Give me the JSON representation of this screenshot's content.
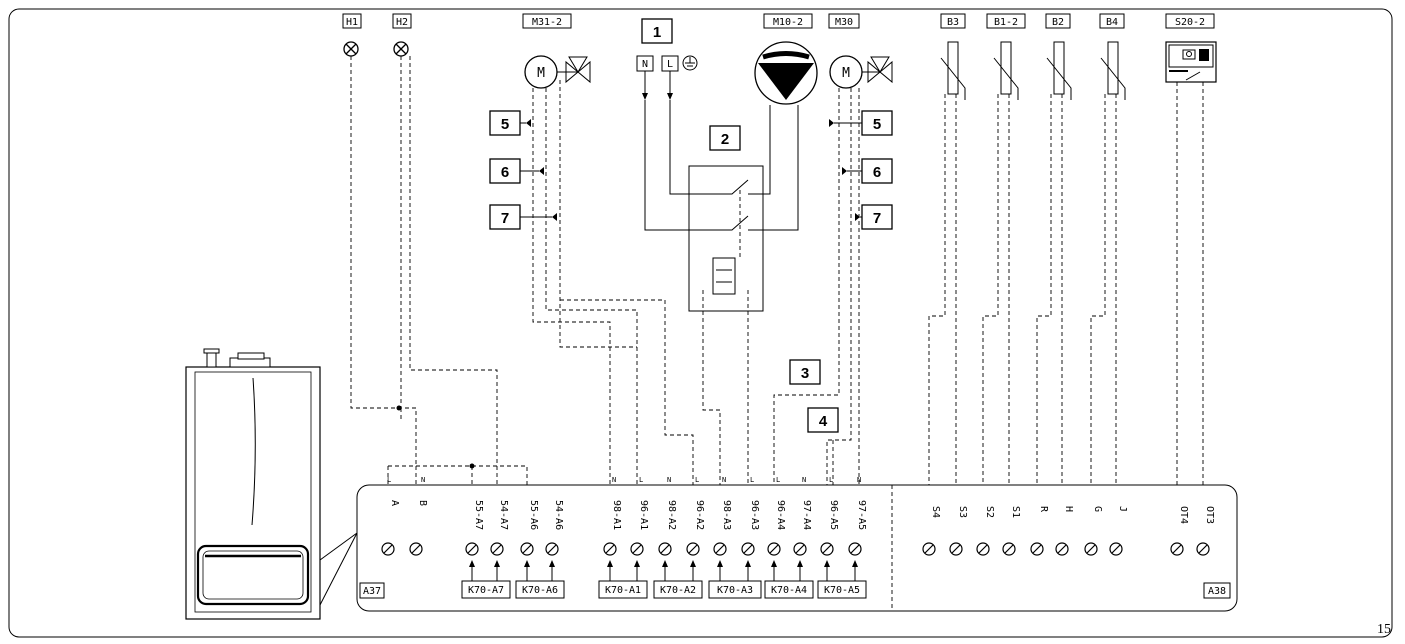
{
  "component_tags": {
    "h1": "H1",
    "h2": "H2",
    "m31": "M31-2",
    "m10": "M10-2",
    "m30": "M30",
    "b3": "B3",
    "b1": "B1-2",
    "b2": "B2",
    "b4": "B4",
    "s20": "S20-2"
  },
  "supply_labels": {
    "n": "N",
    "l": "L"
  },
  "callouts": {
    "c1": "1",
    "c2": "2",
    "c3": "3",
    "c4": "4",
    "c5": "5",
    "c6": "6",
    "c7": "7"
  },
  "line_markers": {
    "l": "L",
    "n": "N"
  },
  "terminals_a37": [
    "A",
    "B",
    "55-A7",
    "54-A7",
    "55-A6",
    "54-A6",
    "98-A1",
    "96-A1",
    "98-A2",
    "96-A2",
    "98-A3",
    "96-A3",
    "96-A4",
    "97-A4",
    "96-A5",
    "97-A5"
  ],
  "terminals_a38": [
    "S4",
    "S3",
    "S2",
    "S1",
    "R",
    "H",
    "G",
    "J",
    "OT4",
    "OT3"
  ],
  "relay_labels": [
    "K70-A7",
    "K70-A6",
    "K70-A1",
    "K70-A2",
    "K70-A3",
    "K70-A4",
    "K70-A5"
  ],
  "board_labels": {
    "a37": "A37",
    "a38": "A38"
  },
  "page_number": "15"
}
